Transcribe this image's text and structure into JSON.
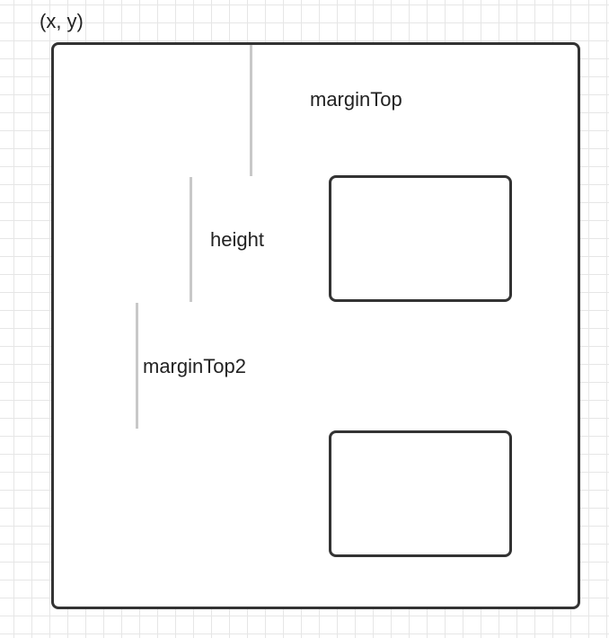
{
  "diagram": {
    "origin_label": "(x, y)",
    "labels": {
      "margin_top": "marginTop",
      "height": "height",
      "margin_top2": "marginTop2"
    },
    "colors": {
      "box_border": "#333333",
      "measure_line": "#c8c8c8",
      "grid": "#e6e6e6",
      "text": "#222222"
    }
  }
}
